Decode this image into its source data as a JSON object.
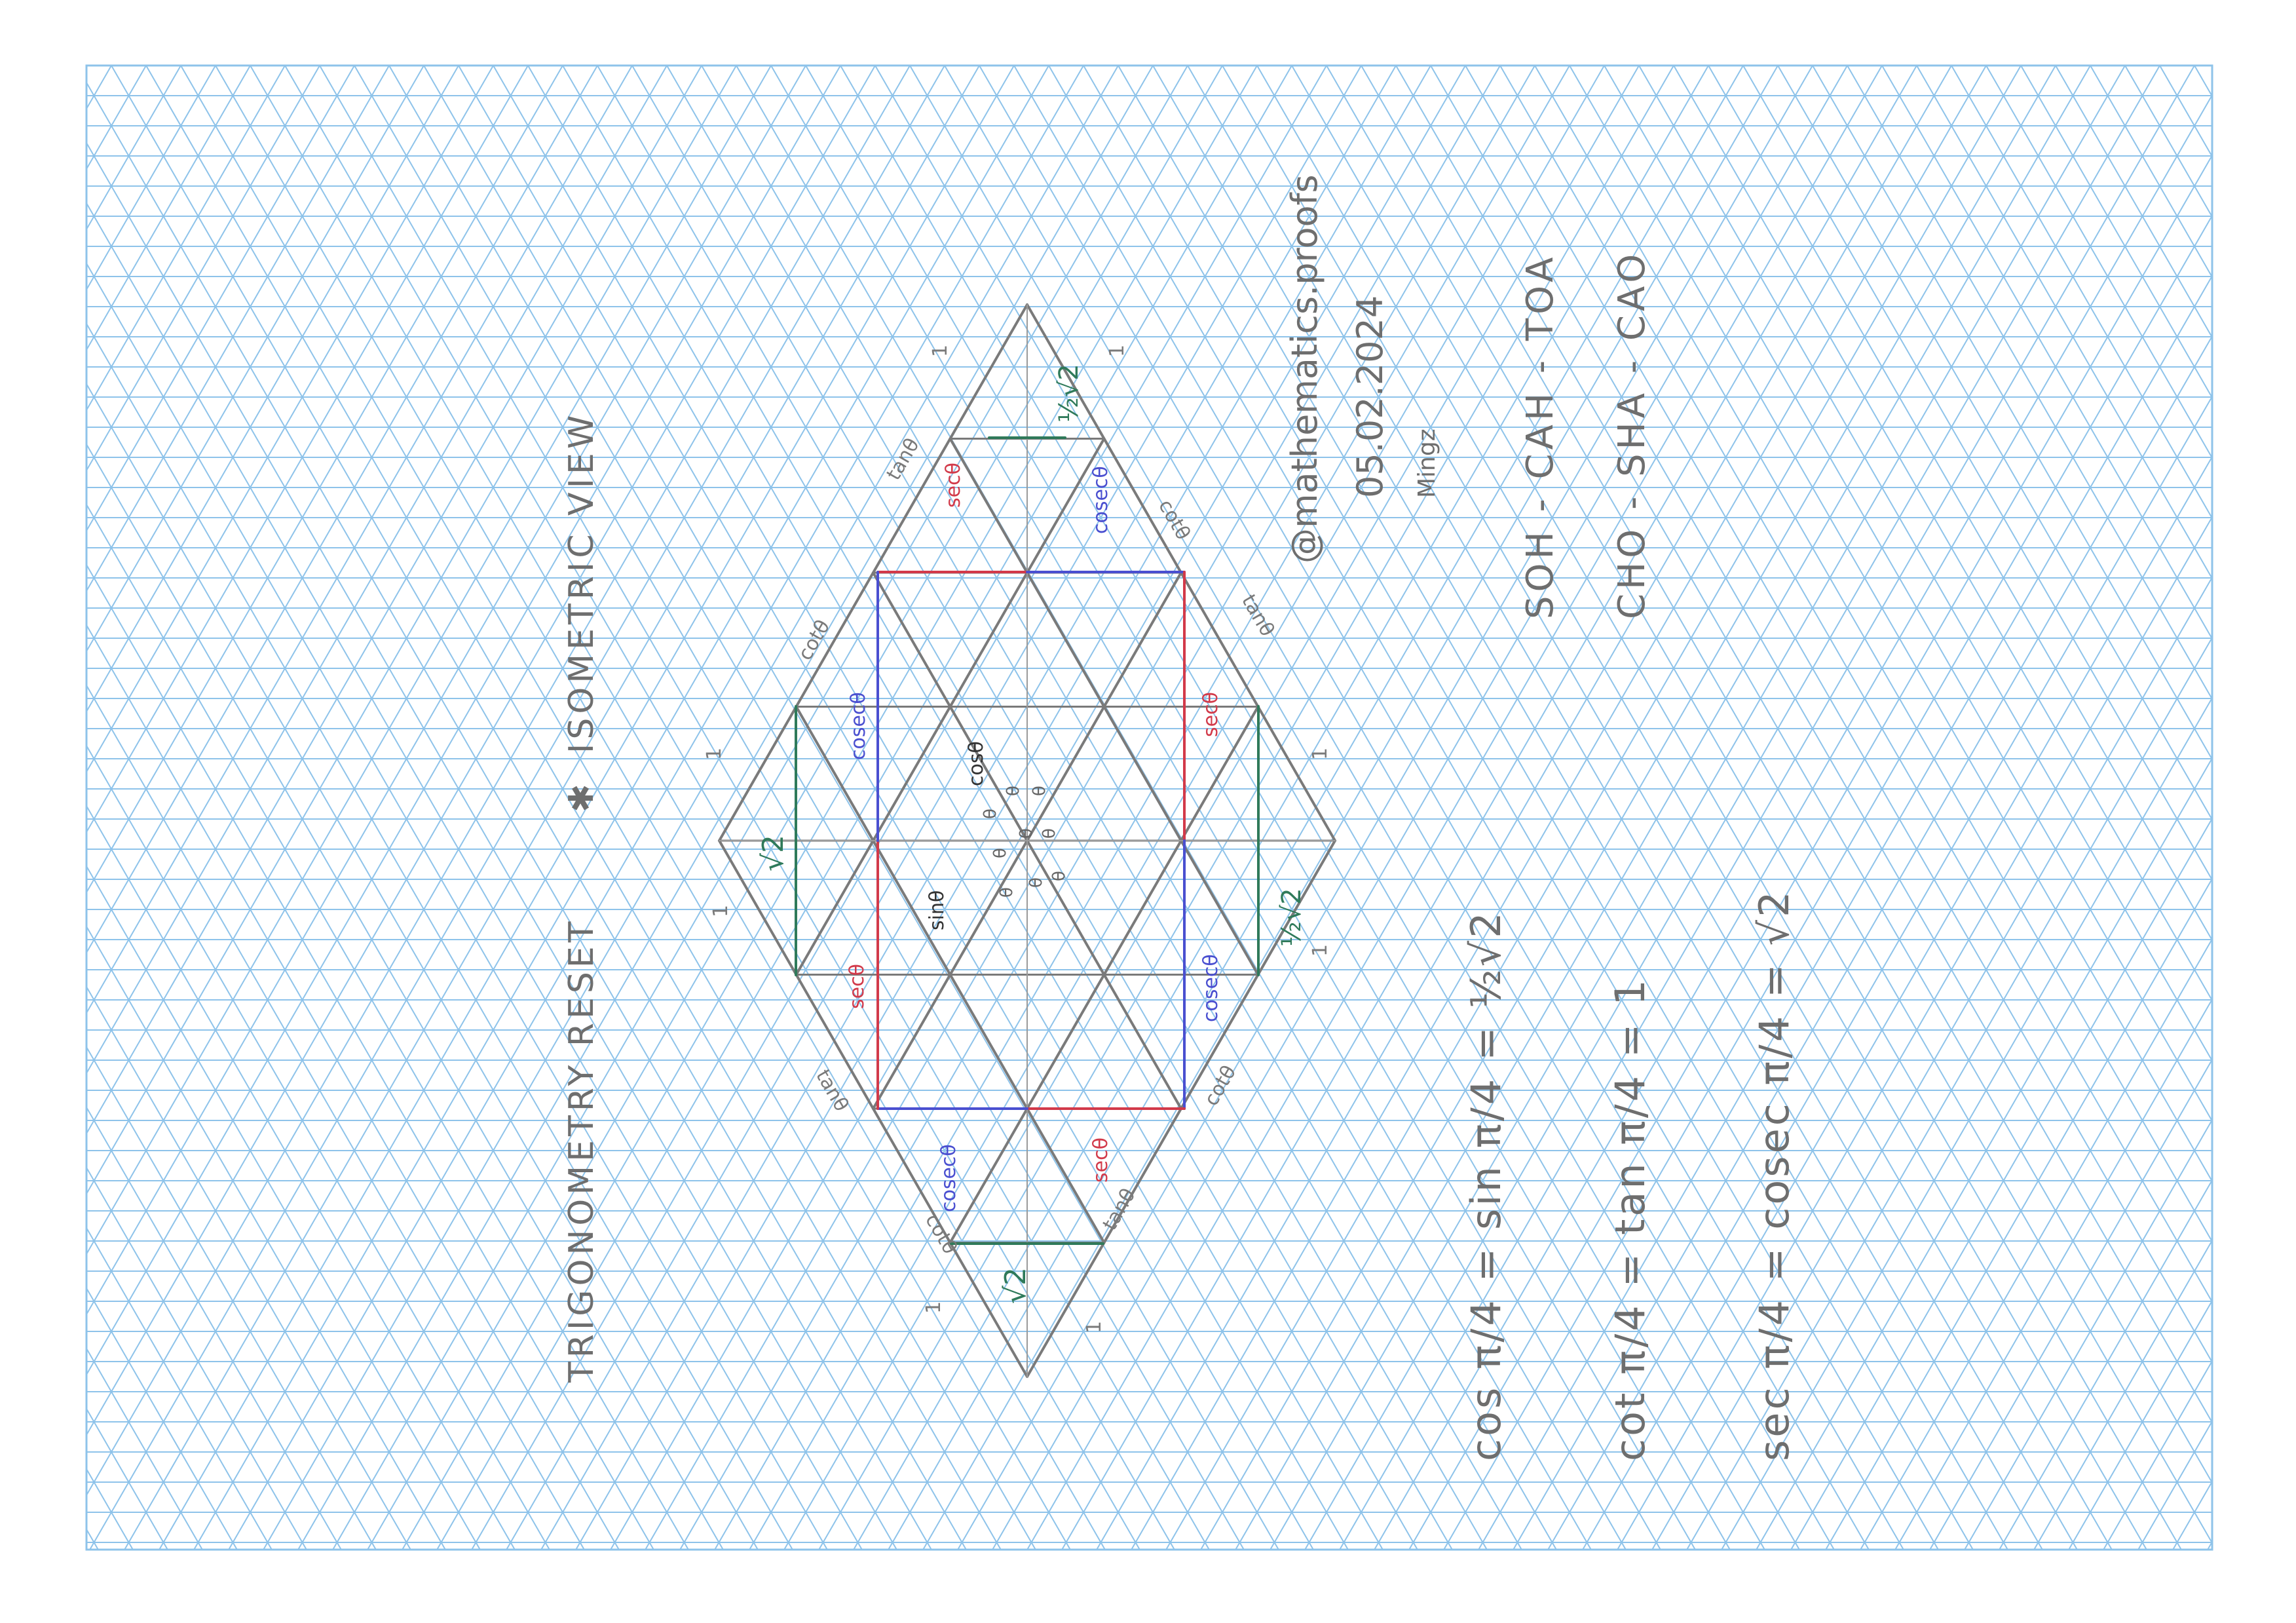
{
  "title": {
    "left": "TRIGONOMETRY RESET",
    "right": "ISOMETRIC VIEW"
  },
  "credit": {
    "handle": "@mathematics.proofs",
    "date": "05.02.2024",
    "signature": "Mingz"
  },
  "mnemonics": [
    "SOH - CAH - TOA",
    "CHO - SHA - CAO"
  ],
  "equations": [
    "cos π/4 = sin π/4 = ½√2",
    "cot π/4 = tan π/4 = 1",
    "sec π/4 = cosec π/4 = √2"
  ],
  "diamond_labels": {
    "sec": "secθ",
    "cosec": "cosecθ",
    "tan": "tanθ",
    "cot": "cotθ",
    "sin": "sinθ",
    "cos": "cosθ",
    "theta": "θ",
    "one": "1",
    "root2": "√2",
    "half_root2": "½√2"
  },
  "colors": {
    "grid": "#8ec3ea",
    "pencil": "#7a7a7a",
    "sec": "#d23a4a",
    "cosec": "#4a4fd0",
    "root": "#2f7a5a"
  }
}
